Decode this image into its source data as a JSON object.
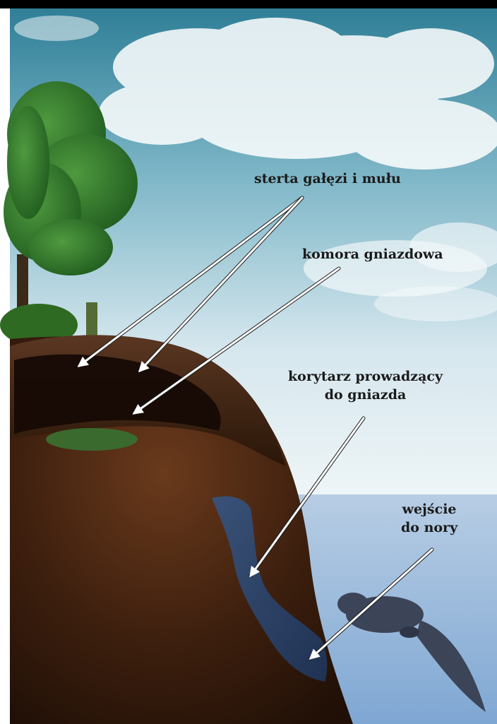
{
  "labels": {
    "pile": "sterta gałęzi i mułu",
    "chamber": "komora gniazdowa",
    "corridor": {
      "line1": "korytarz prowadzący",
      "line2": "do gniazda"
    },
    "entrance": {
      "line1": "wejście",
      "line2": "do nory"
    }
  },
  "colors": {
    "sky_top": "#3f8fa3",
    "sky_bottom": "#e3eef2",
    "water": "#8fb3d9",
    "soil": "#3a1d0e",
    "soil_light": "#6b3b1f",
    "tunnel": "#2e4468",
    "tree": "#2f7a2b",
    "arrow": "#ffffff"
  }
}
